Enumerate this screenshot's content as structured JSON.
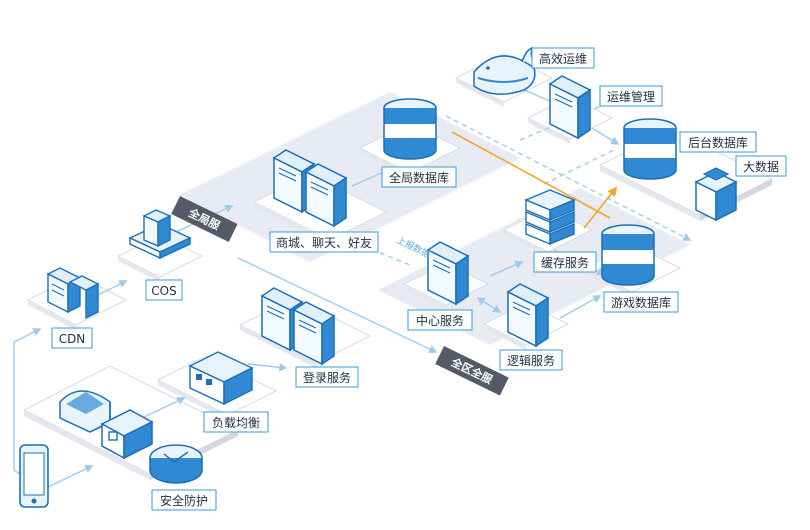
{
  "labels": {
    "cdn": "CDN",
    "cos": "COS",
    "security": "安全防护",
    "load_balance": "负载均衡",
    "login_service": "登录服务",
    "mall_chat": "商城、聊天、好友",
    "global_db": "全局数据库",
    "ops": "高效运维",
    "ops_mgmt": "运维管理",
    "backend_db": "后台数据库",
    "big_data": "大数据",
    "cache_service": "缓存服务",
    "game_db": "游戏数据库",
    "center_service": "中心服务",
    "logic_service": "逻辑服务"
  },
  "zone_tags": {
    "global": "全局服",
    "fullzone": "全区全服"
  },
  "notes": {
    "report": "上报数据"
  },
  "colors": {
    "accent_blue": "#3d9bd8",
    "icon_blue": "#1d6fb8",
    "orange": "#f5a623",
    "zone_tag": "#555b66"
  }
}
